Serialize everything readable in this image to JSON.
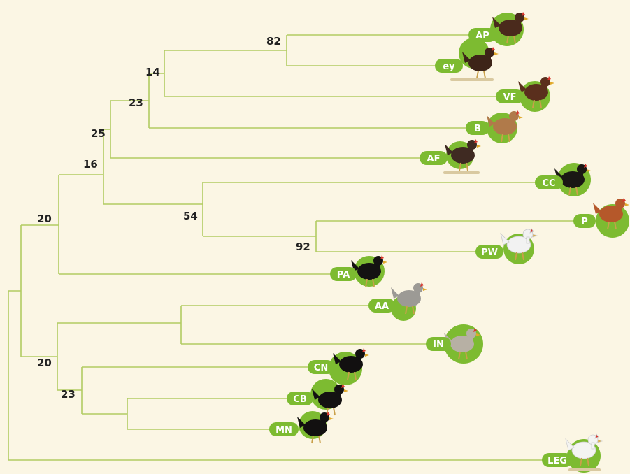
{
  "support_values": {
    "n82": "82",
    "n14": "14",
    "n23a": "23",
    "n25": "25",
    "n16": "16",
    "n54": "54",
    "n92": "92",
    "n20a": "20",
    "n20b": "20",
    "n23b": "23"
  },
  "tips": {
    "AP": "AP",
    "ey": "ey",
    "VF": "VF",
    "B": "B",
    "AF": "AF",
    "CC": "CC",
    "P": "P",
    "PW": "PW",
    "PA": "PA",
    "AA": "AA",
    "IN": "IN",
    "CN": "CN",
    "CB": "CB",
    "MN": "MN",
    "LEG": "LEG"
  },
  "colors": {
    "branch": "#b2cc62",
    "badge": "#7dbb31",
    "background": "#fbf6e4"
  },
  "icons": {
    "tip_image": "chicken-icon"
  }
}
